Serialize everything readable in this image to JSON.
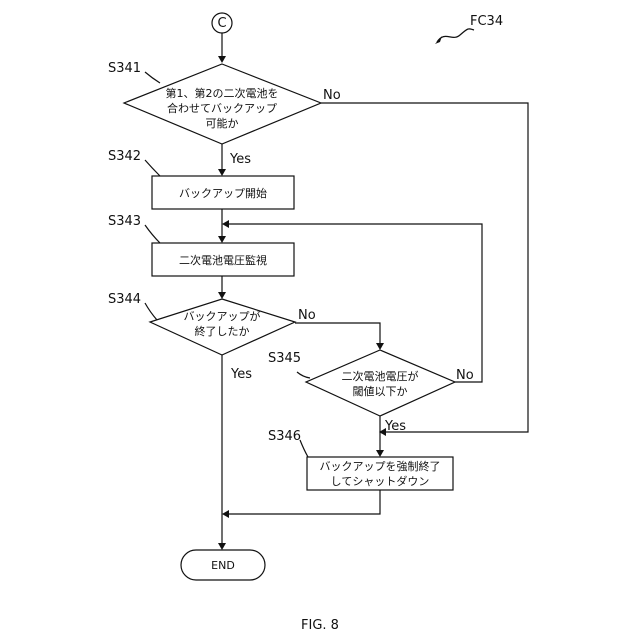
{
  "figure": {
    "ref": "FC34",
    "connector": "C",
    "caption": "FIG. 8",
    "end": "END"
  },
  "steps": {
    "s341": {
      "id": "S341",
      "lines": [
        "第1、第2の二次電池を",
        "合わせてバックアップ",
        "可能か"
      ]
    },
    "s342": {
      "id": "S342",
      "lines": [
        "バックアップ開始"
      ]
    },
    "s343": {
      "id": "S343",
      "lines": [
        "二次電池電圧監視"
      ]
    },
    "s344": {
      "id": "S344",
      "lines": [
        "バックアップが",
        "終了したか"
      ]
    },
    "s345": {
      "id": "S345",
      "lines": [
        "二次電池電圧が",
        "閾値以下か"
      ]
    },
    "s346": {
      "id": "S346",
      "lines": [
        "バックアップを強制終了",
        "してシャットダウン"
      ]
    }
  },
  "edges": {
    "s341_no": "No",
    "s341_yes": "Yes",
    "s344_no": "No",
    "s344_yes": "Yes",
    "s345_no": "No",
    "s345_yes": "Yes"
  }
}
